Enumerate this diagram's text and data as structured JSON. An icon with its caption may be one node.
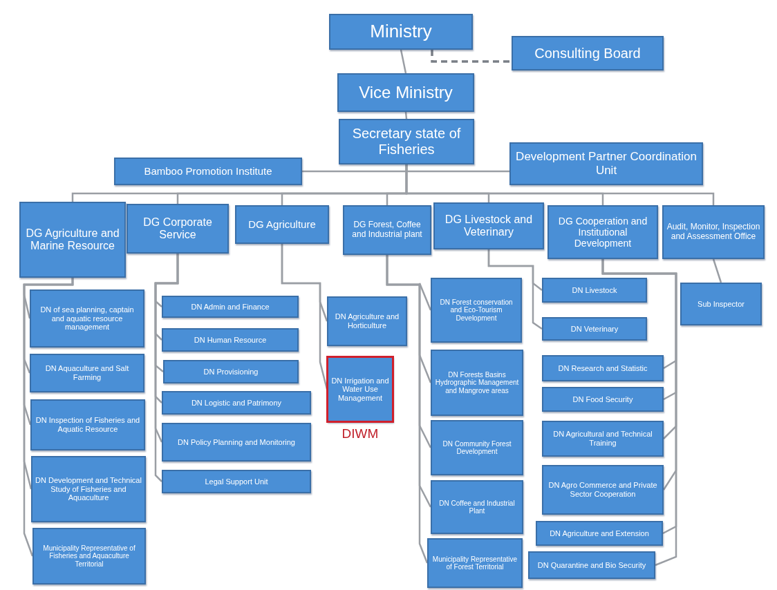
{
  "diagram": {
    "nodes": [
      {
        "text": [
          "Ministry"
        ]
      },
      {
        "text": [
          "Consulting Board"
        ]
      },
      {
        "text": [
          "Vice Ministry"
        ]
      },
      {
        "text": [
          "Secretary state of Fisheries"
        ]
      },
      {
        "text": [
          "Bamboo Promotion Institute"
        ]
      },
      {
        "text": [
          "Development Partner Coordination Unit"
        ]
      },
      {
        "text": [
          "DG Agriculture and Marine Resource"
        ]
      },
      {
        "text": [
          "DG Corporate Service"
        ]
      },
      {
        "text": [
          "DG Agriculture"
        ]
      },
      {
        "text": [
          "DG Forest, Coffee and Industrial plant"
        ]
      },
      {
        "text": [
          "DG Livestock and Veterinary"
        ]
      },
      {
        "text": [
          "DG Cooperation and Institutional Development"
        ]
      },
      {
        "text": [
          "Audit, Monitor, Inspection and Assessment Office"
        ]
      },
      {
        "text": [
          "DN of sea planning, captain and aquatic resource management"
        ]
      },
      {
        "text": [
          "DN Aquaculture and Salt Farming"
        ]
      },
      {
        "text": [
          "DN Inspection of Fisheries and Aquatic Resource"
        ]
      },
      {
        "text": [
          "DN Development and Technical Study of Fisheries and Aquaculture"
        ]
      },
      {
        "text": [
          "Municipality Representative of Fisheries and Aquaculture Territorial"
        ]
      },
      {
        "text": [
          "DN Admin and Finance"
        ]
      },
      {
        "text": [
          "DN Human Resource"
        ]
      },
      {
        "text": [
          "DN Provisioning"
        ]
      },
      {
        "text": [
          "DN Logistic and Patrimony"
        ]
      },
      {
        "text": [
          "DN Policy Planning and Monitoring"
        ]
      },
      {
        "text": [
          "Legal Support Unit"
        ]
      },
      {
        "text": [
          "DN Agriculture and Horticulture"
        ]
      },
      {
        "text": [
          "DN Irrigation and Water Use Management"
        ],
        "beside": [
          "DIWM"
        ]
      },
      {
        "text": [
          "DN Forest conservation and Eco-Tourism Development"
        ]
      },
      {
        "text": [
          "DN Forests Basins Hydrographic Management and Mangrove areas"
        ]
      },
      {
        "text": [
          "DN Community Forest Development"
        ]
      },
      {
        "text": [
          "DN Coffee and Industrial Plant"
        ]
      },
      {
        "text": [
          "Municipality Representative of Forest Territorial"
        ]
      },
      {
        "text": [
          "DN Livestock"
        ]
      },
      {
        "text": [
          "DN Veterinary"
        ]
      },
      {
        "text": [
          "DN Research and Statistic"
        ]
      },
      {
        "text": [
          "DN Food Security"
        ]
      },
      {
        "text": [
          "DN Agricultural and Technical Training"
        ]
      },
      {
        "text": [
          "DN Agro Commerce and Private Sector Cooperation"
        ]
      },
      {
        "text": [
          "DN Agriculture and Extension"
        ]
      },
      {
        "text": [
          "DN Quarantine and Bio Security"
        ]
      },
      {
        "text": [
          "Sub Inspector"
        ]
      }
    ],
    "edges": [
      {
        "from": 0,
        "to": 2,
        "arrow": "none"
      },
      {
        "from": 0,
        "to": 1,
        "arrow": "none",
        "style": "dashed"
      },
      {
        "from": 2,
        "to": 3,
        "arrow": "none"
      },
      {
        "from": 3,
        "to": 4,
        "arrow": "none"
      },
      {
        "from": 3,
        "to": 5,
        "arrow": "none"
      },
      {
        "from": 3,
        "to": 6,
        "arrow": "none"
      },
      {
        "from": 3,
        "to": 7,
        "arrow": "none"
      },
      {
        "from": 3,
        "to": 8,
        "arrow": "none"
      },
      {
        "from": 3,
        "to": 9,
        "arrow": "none"
      },
      {
        "from": 3,
        "to": 10,
        "arrow": "none"
      },
      {
        "from": 3,
        "to": 11,
        "arrow": "none"
      },
      {
        "from": 3,
        "to": 12,
        "arrow": "none"
      },
      {
        "from": 6,
        "to": 13,
        "arrow": "none"
      },
      {
        "from": 6,
        "to": 14,
        "arrow": "none"
      },
      {
        "from": 6,
        "to": 15,
        "arrow": "none"
      },
      {
        "from": 6,
        "to": 16,
        "arrow": "none"
      },
      {
        "from": 6,
        "to": 17,
        "arrow": "none"
      },
      {
        "from": 7,
        "to": 18,
        "arrow": "none"
      },
      {
        "from": 7,
        "to": 19,
        "arrow": "none"
      },
      {
        "from": 7,
        "to": 20,
        "arrow": "none"
      },
      {
        "from": 7,
        "to": 21,
        "arrow": "none"
      },
      {
        "from": 7,
        "to": 22,
        "arrow": "none"
      },
      {
        "from": 7,
        "to": 23,
        "arrow": "none"
      },
      {
        "from": 8,
        "to": 24,
        "arrow": "none"
      },
      {
        "from": 8,
        "to": 25,
        "arrow": "none"
      },
      {
        "from": 9,
        "to": 26,
        "arrow": "none"
      },
      {
        "from": 9,
        "to": 27,
        "arrow": "none"
      },
      {
        "from": 9,
        "to": 28,
        "arrow": "none"
      },
      {
        "from": 9,
        "to": 29,
        "arrow": "none"
      },
      {
        "from": 9,
        "to": 30,
        "arrow": "none"
      },
      {
        "from": 10,
        "to": 31,
        "arrow": "none"
      },
      {
        "from": 10,
        "to": 32,
        "arrow": "none"
      },
      {
        "from": 11,
        "to": 33,
        "arrow": "none"
      },
      {
        "from": 11,
        "to": 34,
        "arrow": "none"
      },
      {
        "from": 11,
        "to": 35,
        "arrow": "none"
      },
      {
        "from": 11,
        "to": 36,
        "arrow": "none"
      },
      {
        "from": 11,
        "to": 37,
        "arrow": "none"
      },
      {
        "from": 11,
        "to": 38,
        "arrow": "none"
      },
      {
        "from": 12,
        "to": 39,
        "arrow": "none"
      }
    ]
  }
}
